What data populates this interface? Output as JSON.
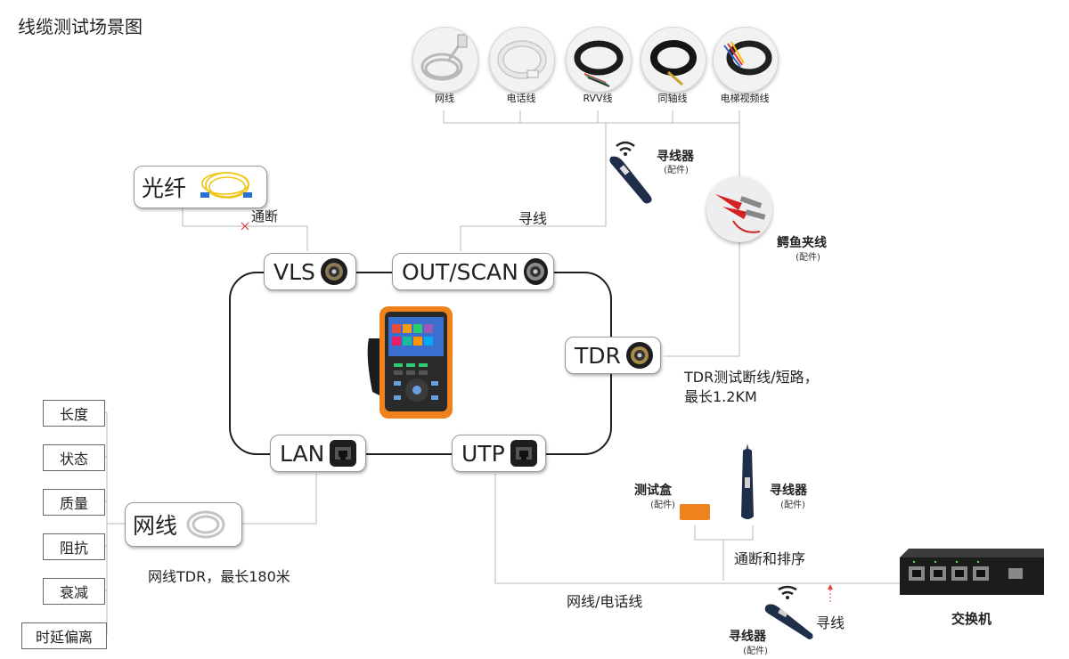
{
  "title": "线缆测试场景图",
  "cables": [
    {
      "label": "网线",
      "icon": "ethernet-cable-icon"
    },
    {
      "label": "电话线",
      "icon": "phone-cable-icon"
    },
    {
      "label": "RVV线",
      "icon": "rvv-cable-icon"
    },
    {
      "label": "同轴线",
      "icon": "coax-cable-icon"
    },
    {
      "label": "电梯视频线",
      "icon": "elevator-video-cable-icon"
    }
  ],
  "fiber": {
    "label": "光纤",
    "link_label": "通断"
  },
  "tracer_top": {
    "label": "寻线器",
    "note": "(配件)",
    "link_label": "寻线"
  },
  "clip": {
    "label": "鳄鱼夹线",
    "note": "(配件)"
  },
  "ports": {
    "vls": "VLS",
    "out_scan": "OUT/SCAN",
    "tdr": "TDR",
    "lan": "LAN",
    "utp": "UTP"
  },
  "tdr_desc": {
    "line1": "TDR测试断线/短路，",
    "line2": "最长1.2KM"
  },
  "network_cable": {
    "label": "网线",
    "desc": "网线TDR，最长180米"
  },
  "metrics": [
    "长度",
    "状态",
    "质量",
    "阻抗",
    "衰减",
    "时延偏离"
  ],
  "test_box": {
    "label": "测试盒",
    "note": "(配件)"
  },
  "tracer_mid": {
    "label": "寻线器",
    "note": "(配件)"
  },
  "pairing_label": "通断和排序",
  "utp_link_label": "网线/电话线",
  "tracer_bottom": {
    "label": "寻线器",
    "note": "(配件)",
    "link_label": "寻线"
  },
  "switch": {
    "label": "交换机"
  },
  "colors": {
    "accent": "#f0821e",
    "device_dark": "#2a2a2a",
    "line": "#b8b8b8",
    "cross": "#e04040"
  }
}
